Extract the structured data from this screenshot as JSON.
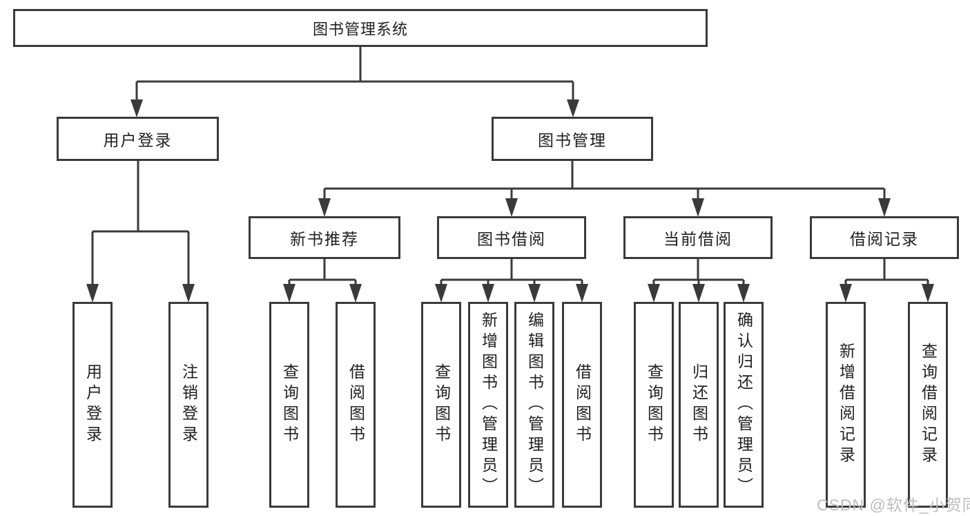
{
  "tree": {
    "root": {
      "label": "图书管理系统",
      "children": [
        {
          "label": "用户登录",
          "children": [
            {
              "label": "用户登录"
            },
            {
              "label": "注销登录"
            }
          ]
        },
        {
          "label": "图书管理",
          "children": [
            {
              "label": "新书推荐",
              "children": [
                {
                  "label": "查询图书"
                },
                {
                  "label": "借阅图书"
                }
              ]
            },
            {
              "label": "图书借阅",
              "children": [
                {
                  "label": "查询图书"
                },
                {
                  "label": "新增图书（管理员）"
                },
                {
                  "label": "编辑图书（管理员）"
                },
                {
                  "label": "借阅图书"
                }
              ]
            },
            {
              "label": "当前借阅",
              "children": [
                {
                  "label": "查询图书"
                },
                {
                  "label": "归还图书"
                },
                {
                  "label": "确认归还（管理员）"
                }
              ]
            },
            {
              "label": "借阅记录",
              "children": [
                {
                  "label": "新增借阅记录"
                },
                {
                  "label": "查询借阅记录"
                }
              ]
            }
          ]
        }
      ]
    }
  },
  "watermark": {
    "text": "CSDN @软件_小贺同学"
  },
  "colors": {
    "line": "#3a3a3a",
    "text": "#1f1f1f",
    "watermark": "#bdbdbd",
    "bg": "#ffffff"
  }
}
